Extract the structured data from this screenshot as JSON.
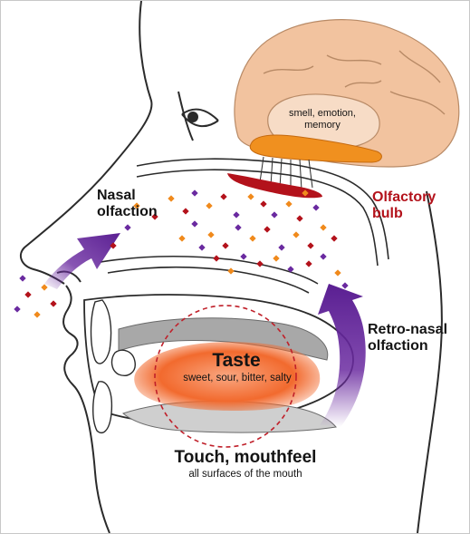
{
  "labels": {
    "nasal_olfaction": [
      "Nasal",
      "olfaction"
    ],
    "olfactory_bulb": [
      "Olfactory",
      "bulb"
    ],
    "retro_nasal": [
      "Retro-nasal",
      "olfaction"
    ],
    "brain_note": [
      "smell, emotion,",
      "memory"
    ],
    "taste_title": "Taste",
    "taste_list": "sweet, sour, bitter, salty",
    "touch_title": "Touch, mouthfeel",
    "touch_note": "all surfaces of the mouth"
  },
  "colors": {
    "outline": "#2b2b2b",
    "brain": "#f2c39f",
    "bulb": "#f0901f",
    "epithelium": "#b3121b",
    "arrow": "#6a2aa0",
    "tongue": "#f26a2e",
    "taste_circle": "#c0202a",
    "label_accent": "#b3121b",
    "molecule_colors": [
      "#f08a1c",
      "#b3121b",
      "#6a2aa0"
    ]
  }
}
